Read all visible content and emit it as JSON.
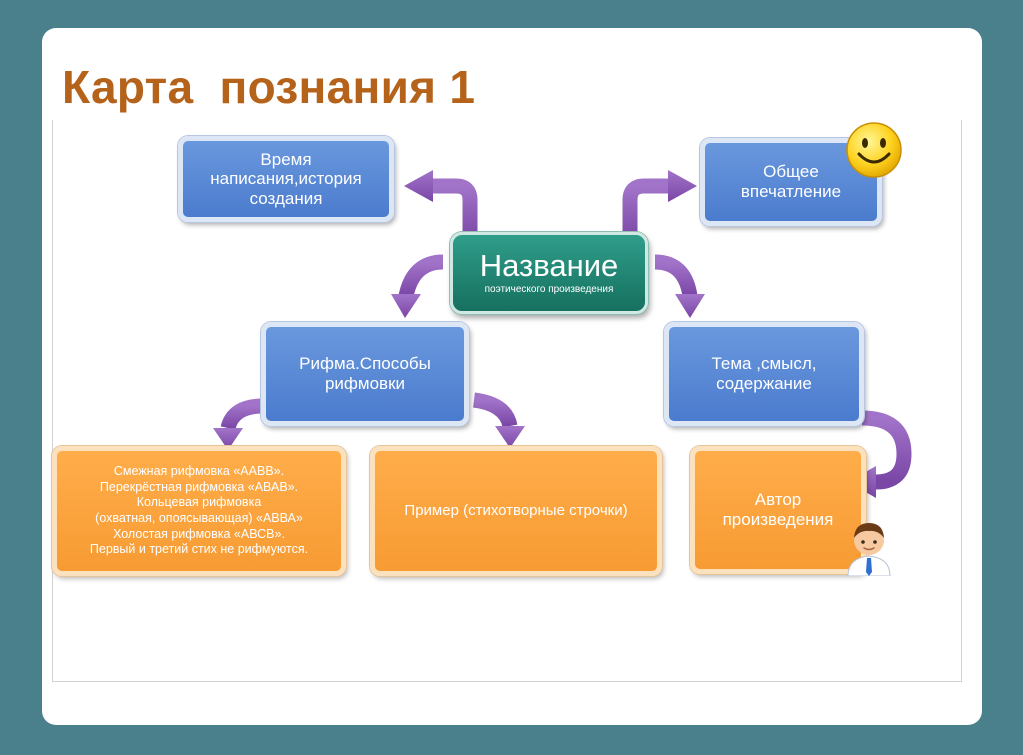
{
  "title": "Карта  познания 1",
  "nodes": {
    "center_main": "Название",
    "center_sub": "поэтического произведения",
    "time": "Время написания,история создания",
    "impression": "Общее впечатление",
    "rhyme": "Рифма.Способы рифмовки",
    "theme": "Тема ,смысл, содержание",
    "rhyme_types": [
      "Смежная рифмовка  «ААВВ».",
      "Перекрёстная рифмовка «АВАВ».",
      "Кольцевая рифмовка",
      "(охватная, опоясывающая) «АВВА»",
      "Холостая рифмовка «АВСВ».",
      "Первый и третий стих не рифмуются."
    ],
    "example": "Пример (стихотворные строчки)",
    "author": "Автор произведения"
  },
  "icons": [
    "smiley-icon",
    "person-icon"
  ],
  "colors": {
    "background": "#4a7f8c",
    "title": "#b5621a",
    "blue_box": "#5b8ad6",
    "orange_box": "#f7a23b",
    "teal_box": "#1f8570",
    "arrow": "#8a56b3"
  }
}
